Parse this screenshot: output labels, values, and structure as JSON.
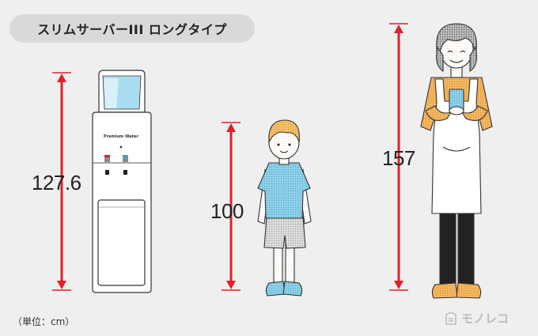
{
  "title": "スリムサーバーIII ロングタイプ",
  "unit_note": "（単位：cm）",
  "logo_text": "モノレコ",
  "server": {
    "height_label": "127.6",
    "brand_text": "Premium Water"
  },
  "child": {
    "height_label": "100"
  },
  "woman": {
    "height_label": "157"
  },
  "colors": {
    "arrow": "#e0202c",
    "background": "#efefef",
    "pill": "#d9d9d9",
    "shirt": "#7fc6e0",
    "apron": "#ffffff",
    "sleeve": "#f0a94a"
  },
  "icons": [
    "monoreco-logo-icon"
  ]
}
